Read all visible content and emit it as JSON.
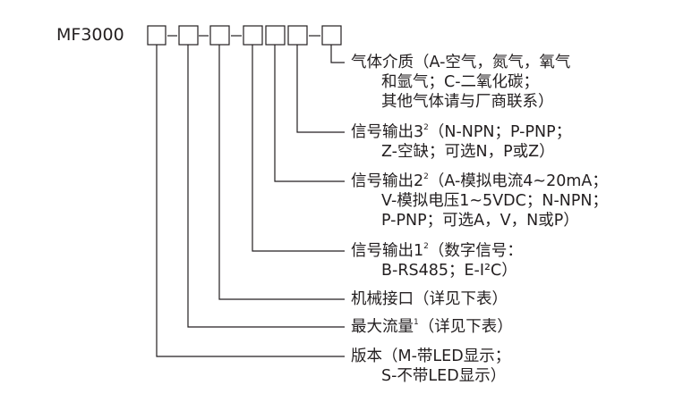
{
  "model": {
    "prefix": "MF3000",
    "separator": "-"
  },
  "items": [
    {
      "id": "gas_medium",
      "label": "气体介质",
      "sup": "",
      "detail_lines": [
        "（A-空气，氮气，氧气",
        "和氩气；C-二氧化碳；",
        "其他气体请与厂商联系）"
      ]
    },
    {
      "id": "signal_output_3",
      "label": "信号输出3",
      "sup": "2",
      "detail_lines": [
        "（N-NPN；P-PNP；",
        "Z-空缺；可选N，P或Z）"
      ]
    },
    {
      "id": "signal_output_2",
      "label": "信号输出2",
      "sup": "2",
      "detail_lines": [
        "（A-模拟电流4~20mA；",
        "V-模拟电压1~5VDC；N-NPN；",
        "P-PNP；可选A，V，N或P）"
      ]
    },
    {
      "id": "signal_output_1",
      "label": "信号输出1",
      "sup": "2",
      "detail_lines": [
        "（数字信号：",
        "B-RS485；E-I²C）"
      ]
    },
    {
      "id": "mechanical_interface",
      "label": "机械接口",
      "sup": "",
      "detail_lines": [
        "（详见下表）"
      ]
    },
    {
      "id": "max_flow",
      "label": "最大流量",
      "sup": "1",
      "detail_lines": [
        "（详见下表）"
      ]
    },
    {
      "id": "version",
      "label": "版本",
      "sup": "",
      "detail_lines": [
        "（M-带LED显示；",
        "S-不带LED显示）"
      ]
    }
  ],
  "colors": {
    "line": "#231f20",
    "text": "#231f20"
  }
}
